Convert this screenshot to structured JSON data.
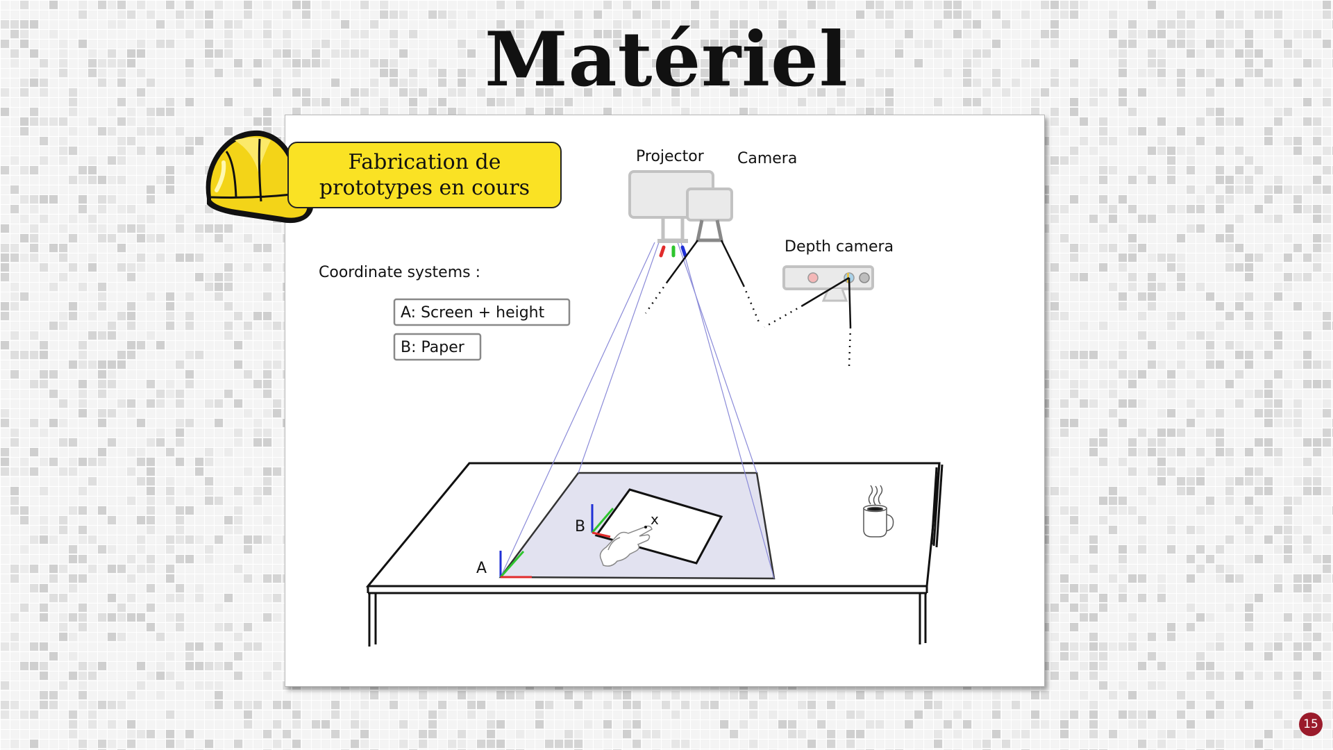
{
  "slide": {
    "title": "Matériel",
    "page_number": "15"
  },
  "wip_banner": {
    "text": "Fabrication de prototypes en cours"
  },
  "diagram": {
    "projector_label": "Projector",
    "camera_label": "Camera",
    "depth_camera_label": "Depth camera",
    "coordinate_systems_label": "Coordinate systems :",
    "legend_items": [
      "A: Screen + height",
      "B: Paper"
    ],
    "origin_a_label": "A",
    "origin_b_label": "B",
    "touch_point_label": "x"
  }
}
